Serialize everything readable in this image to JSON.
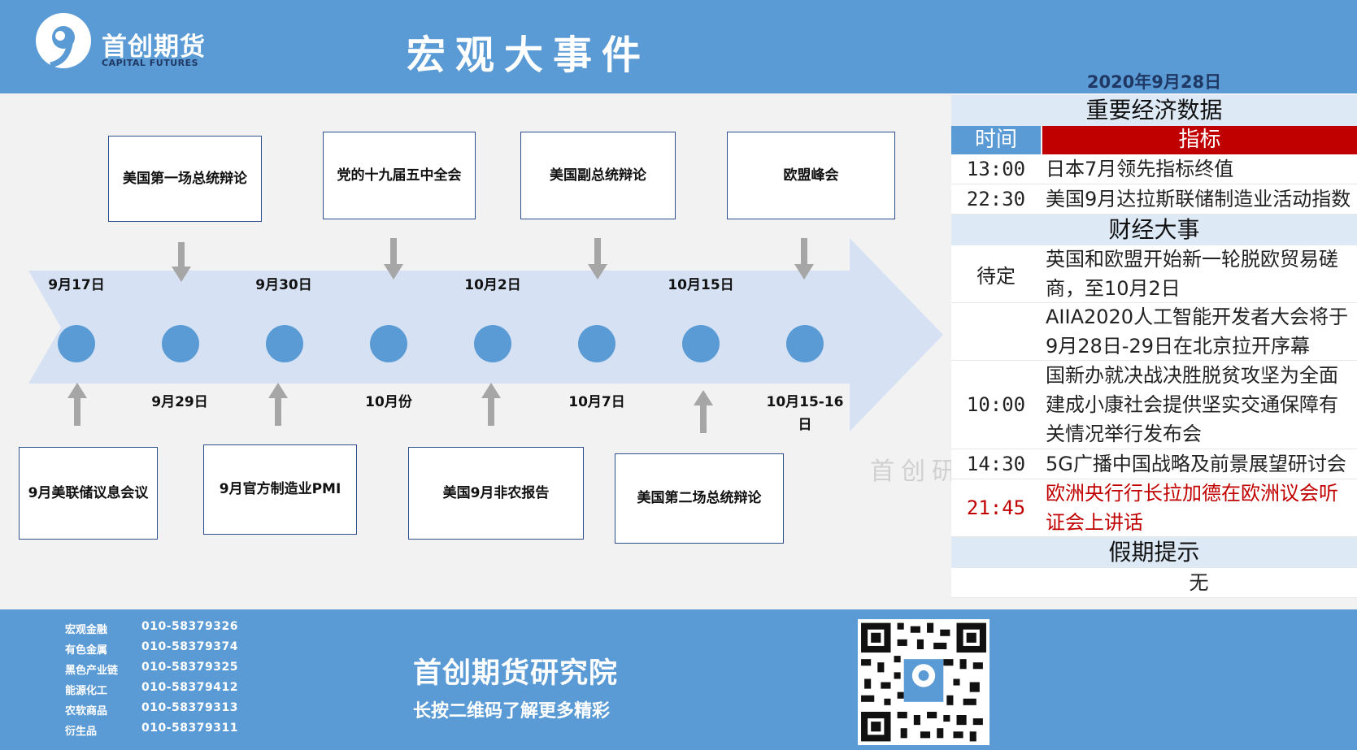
{
  "header": {
    "logo_cn": "首创期货",
    "logo_en": "CAPITAL FUTURES",
    "title": "宏观大事件"
  },
  "timeline": {
    "top_events": [
      "美国第一场总统辩论",
      "党的十九届五中全会",
      "美国副总统辩论",
      "欧盟峰会"
    ],
    "bottom_events": [
      "9月美联储议息会议",
      "9月官方制造业PMI",
      "美国9月非农报告",
      "美国第二场总统辩论"
    ],
    "top_dates": [
      "9月17日",
      "9月30日",
      "10月2日",
      "10月15日"
    ],
    "bottom_dates": [
      "9月29日",
      "10月份",
      "10月7日",
      "10月15-16日"
    ]
  },
  "panel": {
    "date": "2020年9月28日",
    "econ_title": "重要经济数据",
    "col_time": "时间",
    "col_indicator": "指标",
    "econ_rows": [
      {
        "time": "13:00",
        "text": "日本7月领先指标终值"
      },
      {
        "time": "22:30",
        "text": "美国9月达拉斯联储制造业活动指数"
      }
    ],
    "events_title": "财经大事",
    "event_rows": [
      {
        "time": "待定",
        "text": "英国和欧盟开始新一轮脱欧贸易磋商，至10月2日"
      },
      {
        "time": "",
        "text": "AIIA2020人工智能开发者大会将于9月28日-29日在北京拉开序幕"
      },
      {
        "time": "10:00",
        "text": "国新办就决战决胜脱贫攻坚为全面建成小康社会提供坚实交通保障有关情况举行发布会"
      },
      {
        "time": "14:30",
        "text": "5G广播中国战略及前景展望研讨会"
      },
      {
        "time": "21:45",
        "text": "欧洲央行行长拉加德在欧洲议会听证会上讲话"
      }
    ],
    "holiday_title": "假期提示",
    "holiday_text": "无",
    "watermark": "首创研"
  },
  "footer": {
    "contacts": [
      {
        "name": "宏观金融",
        "phone": "010-58379326"
      },
      {
        "name": "有色金属",
        "phone": "010-58379374"
      },
      {
        "name": "黑色产业链",
        "phone": "010-58379325"
      },
      {
        "name": "能源化工",
        "phone": "010-58379412"
      },
      {
        "name": "农软商品",
        "phone": "010-58379313"
      },
      {
        "name": "衍生品",
        "phone": "010-58379311"
      }
    ],
    "title": "首创期货研究院",
    "subtitle": "长按二维码了解更多精彩"
  },
  "colors": {
    "brand_blue": "#5b9bd5",
    "header_red": "#c00000",
    "dark_blue": "#1f3864"
  }
}
